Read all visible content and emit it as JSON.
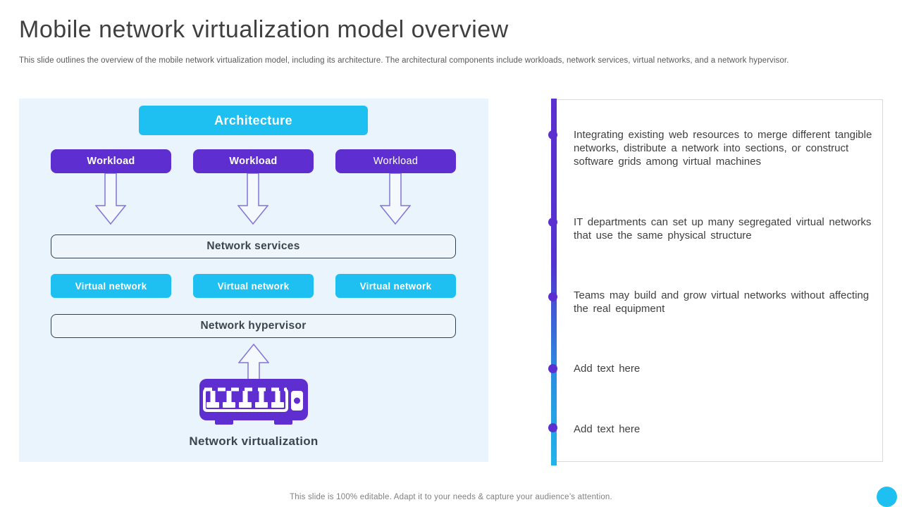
{
  "slide": {
    "title": "Mobile network virtualization model overview",
    "subtitle": "This slide outlines the overview of the mobile network virtualization model, including its architecture. The architectural components include workloads, network services, virtual networks, and a network hypervisor.",
    "footer": "This slide is 100% editable. Adapt it to your needs & capture your audience’s attention."
  },
  "diagram": {
    "architecture_label": "Architecture",
    "workloads": [
      "Workload",
      "Workload",
      "Workload"
    ],
    "network_services_label": "Network services",
    "virtual_networks": [
      "Virtual network",
      "Virtual network",
      "Virtual network"
    ],
    "network_hypervisor_label": "Network hypervisor",
    "network_virtualization_label": "Network virtualization"
  },
  "timeline": {
    "items": [
      "Integrating existing web resources to merge different tangible networks, distribute a network into sections, or construct software grids among virtual machines",
      "IT departments can set up many segregated virtual networks that use the same physical structure",
      "Teams may build and grow virtual networks without affecting the real equipment",
      "Add text here",
      "Add text here"
    ]
  },
  "colors": {
    "accent_cyan": "#1ec0f1",
    "accent_purple": "#5e2ed1",
    "panel_background": "#e9f4fc",
    "timeline_gradient_top": "#5b2fd0",
    "timeline_gradient_bottom": "#20b5e9",
    "dark_text": "#3f3f3f",
    "muted_text": "#7f7f7f"
  }
}
